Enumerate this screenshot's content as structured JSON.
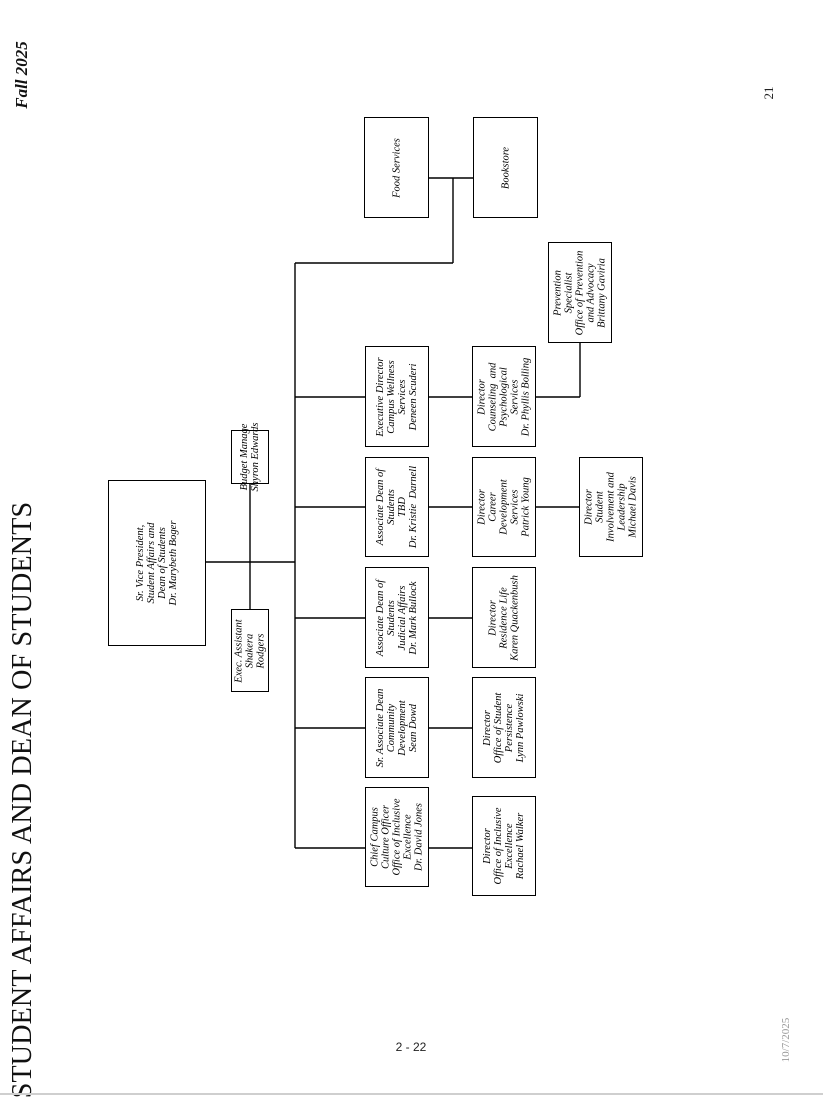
{
  "header": {
    "title": "STUDENT AFFAIRS AND DEAN OF STUDENTS",
    "term": "Fall 2025",
    "page_number": "21"
  },
  "footer": {
    "page_label": "2 - 22",
    "date": "10/7/2025"
  },
  "org": {
    "vp": "Sr. Vice President,\nStudent Affairs and\nDean of Students\nDr. Marybeth Boger",
    "budget": "Budget Manage\nShyron Edwards",
    "exec_assistant": "Exec. Assistant\nShakera\nRodgers",
    "food_services": "Food Services",
    "bookstore": "Bookstore",
    "executive_director": "Executive Director\nCampus Wellness\nServices\nDeneen Scuderi",
    "assoc_dean_students": "Associate Dean of\nStudents\nTBD\nDr. Kristie  Darnell",
    "assoc_dean_judicial": "Associate Dean of\nStudents\nJudicial Affairs\nDr. Mark Bullock",
    "sr_assoc_dean": "Sr. Associate Dean\nCommunity\nDevelopment\nSean Dowd",
    "chief_culture_officer": "Chief Campus\nCulture Officer\nOffice of Inclusive\nExcellence\nDr. David Jones",
    "counseling": "Director\nCounseling  and\nPsychological\nServices\nDr. Phyllis Bolling",
    "career": "Director\nCareer\nDevelopment\nServices\nPatrick Young",
    "residence_life": "Director\nResidence Life\nKaren Quackenbush",
    "student_persistence": "Director\nOffice of Student\nPersistence\nLynn Pawlowski",
    "inclusive_excellence": "Director\nOffice of Inclusive\nExcellence\nRachael Walker",
    "prevention": "Prevention\nSpecialist\nOffice of Prevention\nand Advocacy\nBrittany Gaviria",
    "student_involvement": "Director\nStudent\nInvolvement and\nLeadership\nMichael Davis"
  }
}
